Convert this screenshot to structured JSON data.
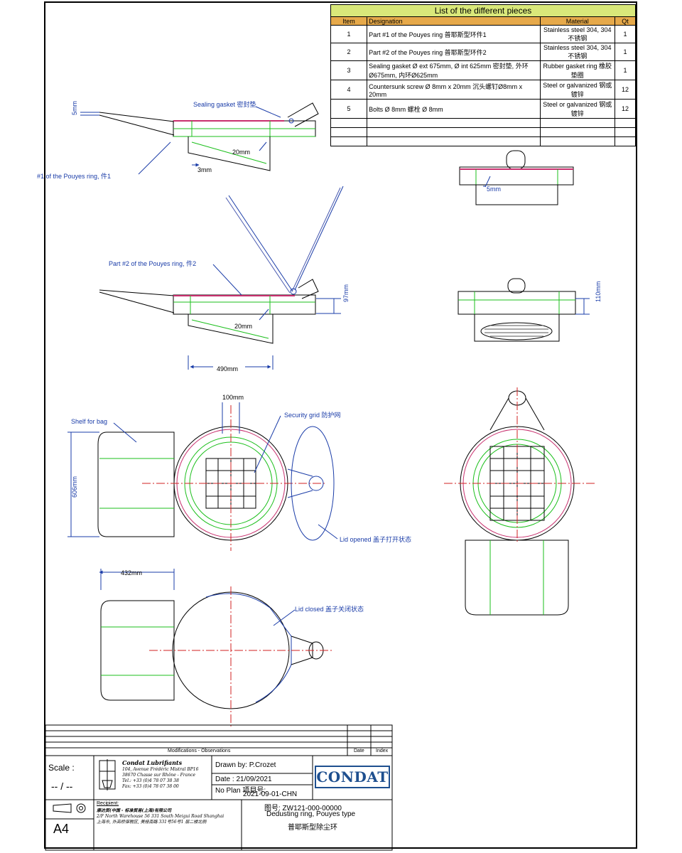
{
  "parts_table": {
    "title": "List of the different pieces",
    "headers": {
      "item": "Item",
      "designation": "Designation",
      "material": "Material",
      "qty": "Qt"
    },
    "rows": [
      {
        "item": "1",
        "designation": "Part #1 of the Pouyes ring 普耶斯型环件1",
        "material": "Stainless steel 304, 304 不锈钢",
        "qty": "1"
      },
      {
        "item": "2",
        "designation": "Part #2 of the Pouyes ring 普耶斯型环件2",
        "material": "Stainless steel 304, 304 不锈钢",
        "qty": "1"
      },
      {
        "item": "3",
        "designation": "Sealing gasket Ø ext 675mm, Ø int 625mm 密封垫, 外环Ø675mm, 内环Ø625mm",
        "material": "Rubber gasket ring 橡胶垫圈",
        "qty": "1"
      },
      {
        "item": "4",
        "designation": "Countersunk screw Ø 8mm x 20mm 沉头螺钉Ø8mm x 20mm",
        "material": "Steel or galvanized 钢或镀锌",
        "qty": "12"
      },
      {
        "item": "5",
        "designation": "Bolts Ø 8mm  螺栓 Ø 8mm",
        "material": "Steel or galvanized 钢或镀锌",
        "qty": "12"
      }
    ]
  },
  "labels": {
    "sealing_gasket": "Sealing gasket 密封垫",
    "dim_5mm_left": "5mm",
    "dim_20mm_top": "20mm",
    "dim_3mm": "3mm",
    "part1": "#1 of the Pouyes ring, 件1",
    "dim_5mm_right": "5mm",
    "part2": "Part #2 of the Pouyes ring, 件2",
    "dim_97mm": "97mm",
    "dim_20mm_mid": "20mm",
    "dim_490mm": "490mm",
    "dim_110mm": "110mm",
    "dim_100mm": "100mm",
    "security_grid": "Security grid 防护网",
    "shelf_for_bag": "Shelf for bag",
    "dim_606mm": "606mm",
    "lid_opened": "Lid opened 盖子打开状态",
    "dim_432mm": "432mm",
    "lid_closed": "Lid  closed 盖子关闭状态"
  },
  "title_block": {
    "modifications": "Modifications - Observations",
    "date_col": "Date",
    "index_col": "Index",
    "scale_label": "Scale :",
    "scale_value": "-- / --",
    "company_name": "Condat Lubrifiants",
    "company_address": [
      "104, Avenue Frédéric Mistral BP16",
      "38670 Chasse sur Rhône - France",
      "Tel.: +33 (0)4 78 07 38 38",
      "Fax: +33 (0)4 78 07 38 00"
    ],
    "drawn_by": "Drawn by: P.Crozet",
    "date": "Date :  21/09/2021",
    "no_plan_label": "No Plan 项目号:",
    "no_plan_value": "2021-09-01-CHN",
    "logo": "CONDAT",
    "recipient_label": "Recipient:",
    "recipient_lines": [
      "康达贸(中国 - 标准贸易(上海)有限公司",
      "2/F North Warehouse 56 331 South Meigui Road Shanghai",
      "上海市, 外高桥保税区, 美桂南路 331号56号1 层二楼北侧"
    ],
    "format": "A4",
    "drawing_number": "图号: ZW121-000-00000",
    "drawing_title_en": "Dedusting ring, Pouyes type",
    "drawing_title_cn": "普耶斯型除尘环"
  }
}
